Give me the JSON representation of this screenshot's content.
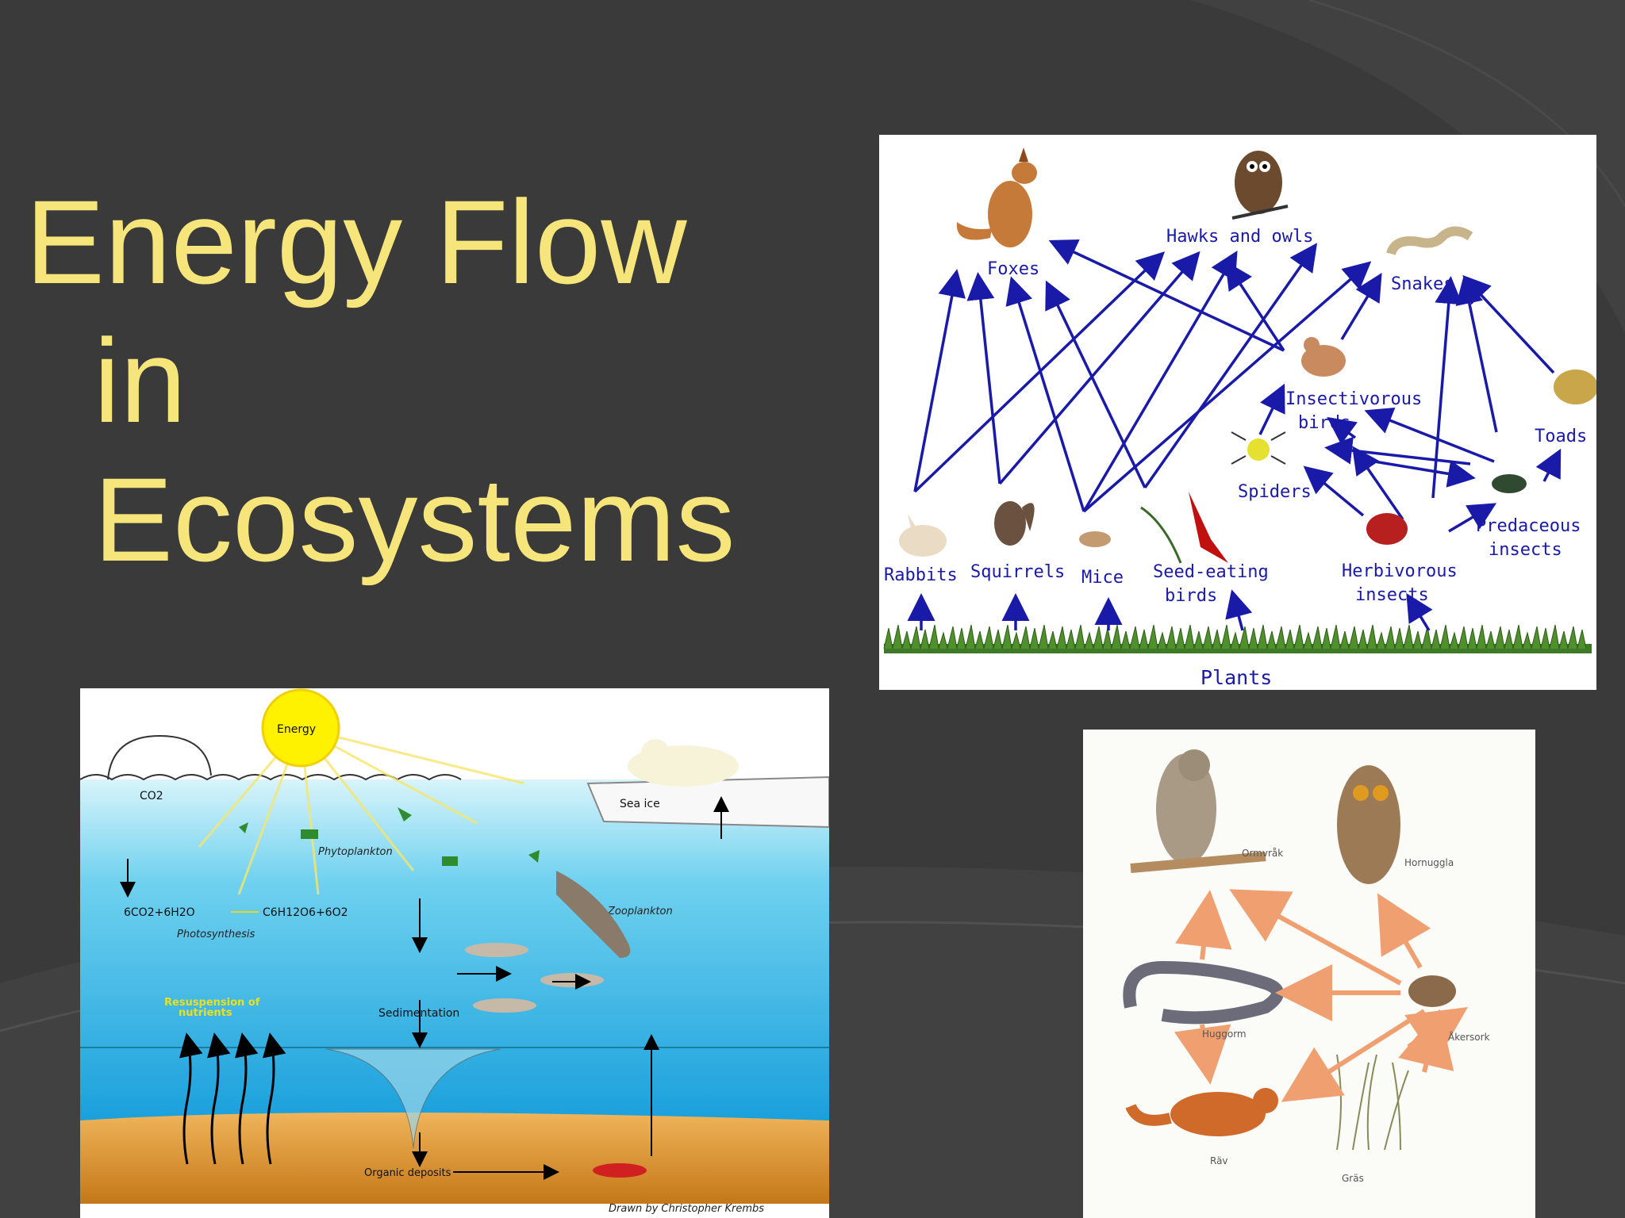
{
  "slide": {
    "title_lines": [
      "Energy Flow",
      "in",
      "Ecosystems"
    ],
    "colors": {
      "background": "#3a3a3a",
      "title": "#f6e57a",
      "web_arrows": "#1a1aa8",
      "web2_arrows": "#f0a070"
    }
  },
  "food_web": {
    "plants": "Plants",
    "foxes": "Foxes",
    "hawks_owls": "Hawks and owls",
    "snakes": "Snakes",
    "insectivorous_1": "Insectivorous",
    "insectivorous_2": "birds",
    "toads": "Toads",
    "spiders": "Spiders",
    "predaceous_1": "Predaceous",
    "predaceous_2": "insects",
    "rabbits": "Rabbits",
    "squirrels": "Squirrels",
    "mice": "Mice",
    "seed_1": "Seed-eating",
    "seed_2": "birds",
    "herbivorous_1": "Herbivorous",
    "herbivorous_2": "insects"
  },
  "ocean": {
    "energy": "Energy",
    "co2": "CO2",
    "sea_ice": "Sea ice",
    "phytoplankton": "Phytoplankton",
    "zooplankton": "Zooplankton",
    "equation_left": "6CO2+6H2O",
    "equation_right": "C6H12O6+6O2",
    "photosynthesis": "Photosynthesis",
    "resuspension_1": "Resuspension of",
    "resuspension_2": "nutrients",
    "sedimentation": "Sedimentation",
    "organic_deposits": "Organic deposits",
    "credit": "Drawn by Christopher Krembs"
  },
  "food_web_2": {
    "ormvrak": "Ormvråk",
    "hornuggla": "Hornuggla",
    "huggorm": "Huggorm",
    "akersork": "Åkersork",
    "rav": "Räv",
    "gras": "Gräs"
  }
}
